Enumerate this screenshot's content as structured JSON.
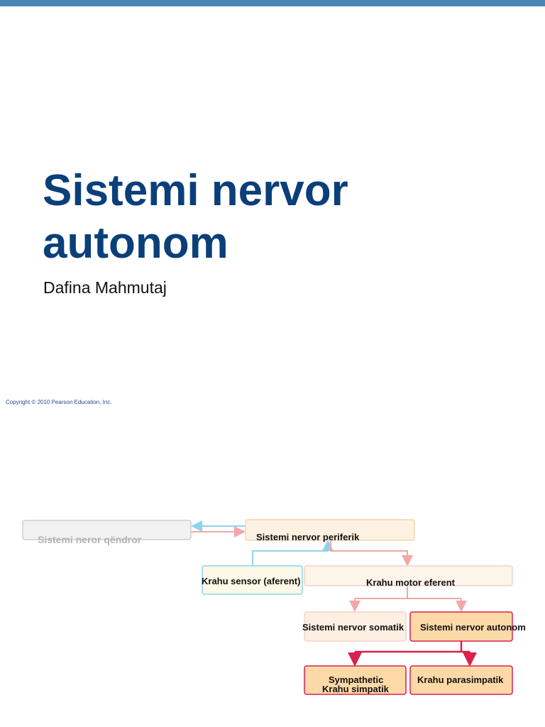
{
  "slide": {
    "title_line1": "Sistemi nervor",
    "title_line2": "autonom",
    "subtitle": "Dafina Mahmutaj",
    "copyright": "Copyright © 2010 Pearson Education, Inc."
  },
  "diagram": {
    "cns": "Sistemi neror qëndror",
    "pns": "Sistemi nervor periferik",
    "sensory": "Krahu sensor (aferent)",
    "motor": "Krahu motor eferent",
    "somatic": "Sistemi nervor somatik",
    "autonomic": "Sistemi nervor autonom",
    "sympathetic_en": "Sympathetic",
    "sympathetic": "Krahu simpatik",
    "parasympathetic": "Krahu parasimpatik"
  },
  "colors": {
    "accent_bar": "#4a86b4",
    "title": "#0a3f7a",
    "afferent_arrow": "#8fd3ee",
    "efferent_arrow": "#f2a7a7",
    "autonomic_arrow": "#d9214e"
  }
}
